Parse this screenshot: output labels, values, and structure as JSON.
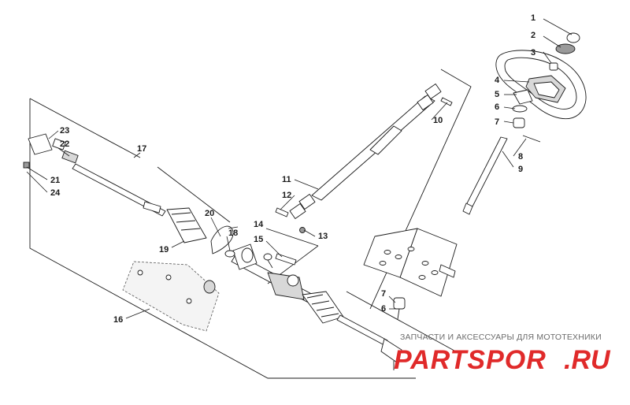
{
  "diagram": {
    "callouts": [
      "1",
      "2",
      "3",
      "4",
      "5",
      "6",
      "7",
      "8",
      "9",
      "10",
      "11",
      "12",
      "13",
      "14",
      "15",
      "16",
      "17",
      "18",
      "19",
      "20",
      "21",
      "22",
      "23",
      "24",
      "7",
      "6"
    ]
  },
  "watermark": {
    "tagline": "ЗАПЧАСТИ И АКСЕССУАРЫ ДЛЯ МОТОТЕХНИКИ",
    "logo": "PARTSPOR",
    "domain": ".RU"
  },
  "colors": {
    "line": "#1a1a1a",
    "logo": "#e02a2a",
    "tagline": "#6b6b6b"
  }
}
